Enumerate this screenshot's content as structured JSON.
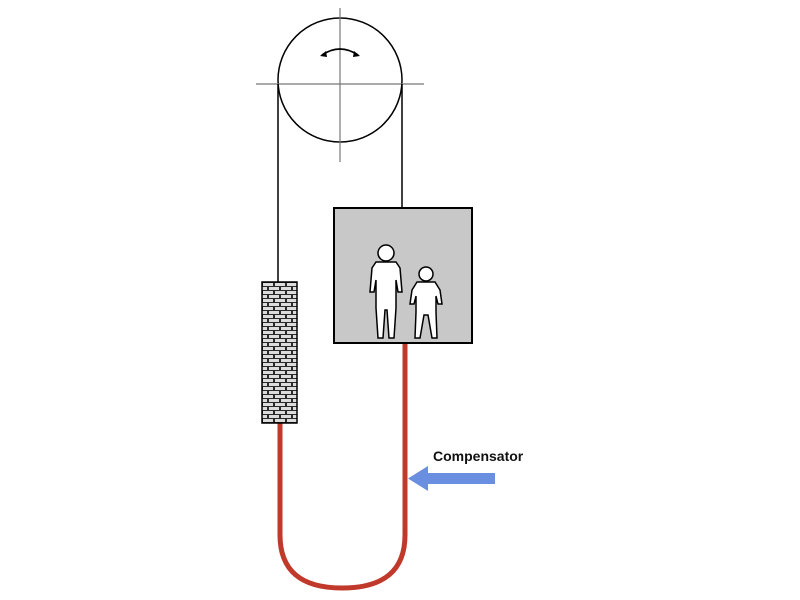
{
  "diagram": {
    "title": "Elevator with compensator chain",
    "labels": {
      "compensator": "Compensator"
    },
    "components": {
      "pulley": {
        "name": "traction sheave",
        "rotation": "clockwise arrow"
      },
      "car": {
        "name": "elevator car",
        "occupants": [
          "adult",
          "child"
        ]
      },
      "counterweight": {
        "name": "counterweight",
        "pattern": "brick"
      },
      "compensator": {
        "name": "compensation chain",
        "shape": "U-loop"
      }
    },
    "colors": {
      "compensator": "#c0392b",
      "arrow": "#6b8fe0",
      "car_fill": "#c8c8c8",
      "counterweight_fill": "#2a2a2a",
      "lines": "#000000",
      "crosshair": "#777777"
    }
  }
}
